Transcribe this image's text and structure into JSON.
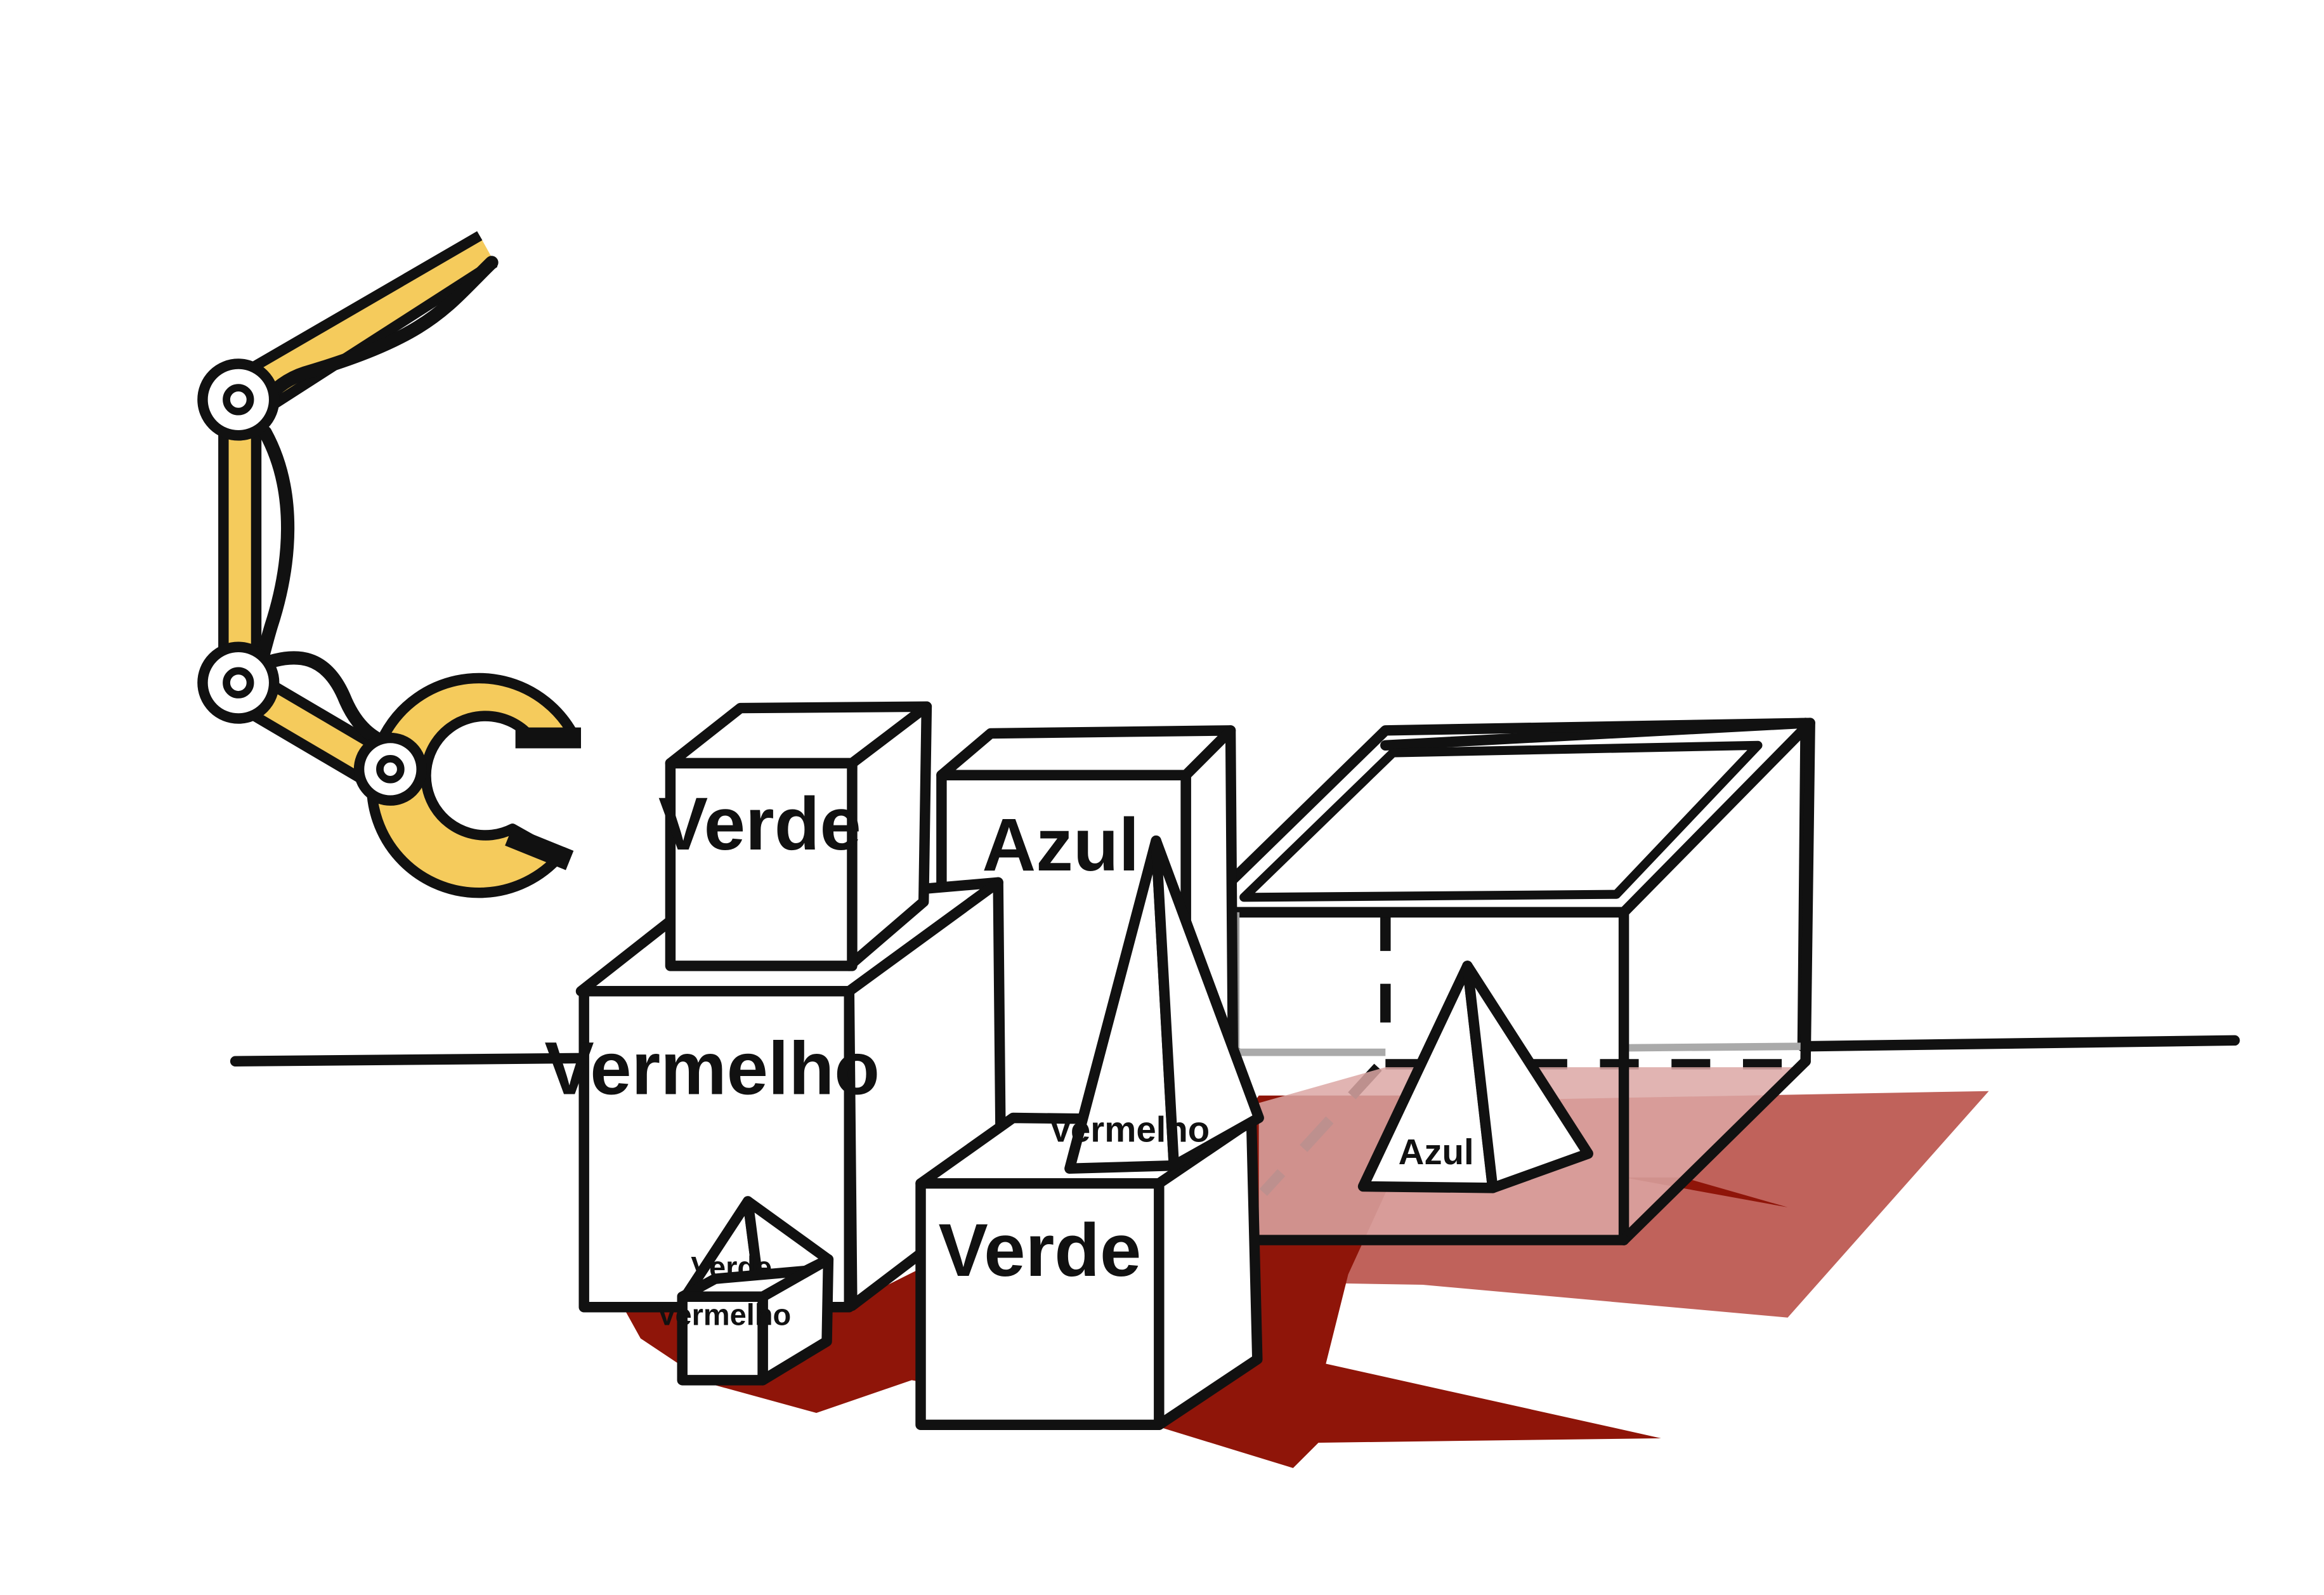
{
  "colors": {
    "shadow_dark": "#8f1509",
    "shadow_light": "#c0625b",
    "shadow_glass": "#dca7a4",
    "arm_yellow": "#f5cb5c",
    "outline": "#111111",
    "background": "#ffffff"
  },
  "icons": {
    "robot_arm": "robot-arm-icon",
    "gripper": "gripper-claw-icon",
    "joint": "joint-icon"
  },
  "objects": {
    "large_block": {
      "label": "Vermelho"
    },
    "top_cube": {
      "label": "Verde"
    },
    "tall_block": {
      "label": "Azul"
    },
    "front_cube": {
      "label": "Verde"
    },
    "tall_pyramid": {
      "label": "Vermelho"
    },
    "small_pyramid": {
      "label": "Verde"
    },
    "small_cube": {
      "label": "Vermelho"
    },
    "box_pyramid": {
      "label": "Azul"
    }
  }
}
